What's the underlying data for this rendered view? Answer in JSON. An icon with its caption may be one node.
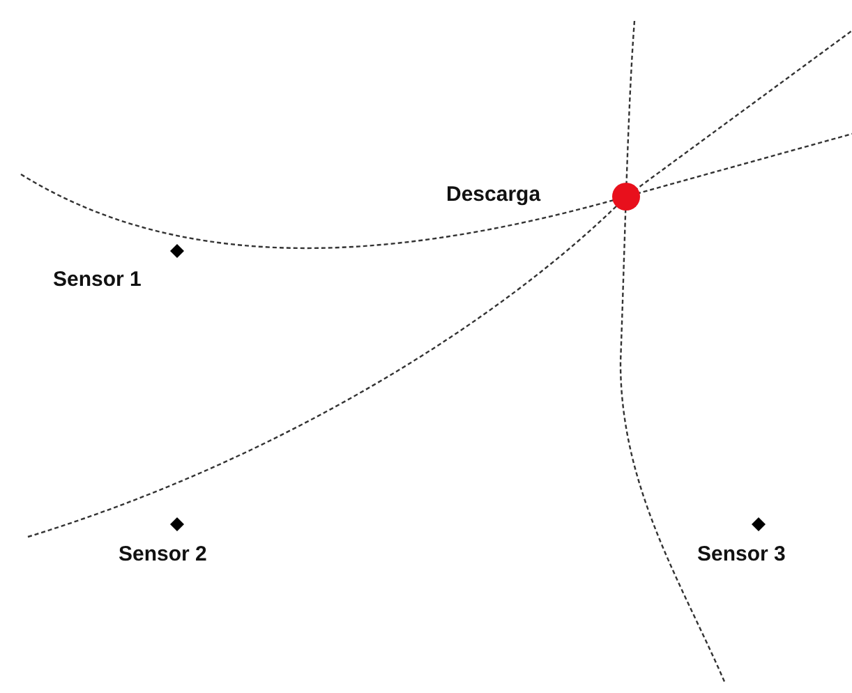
{
  "diagram": {
    "nodes": [
      {
        "text": [
          "Descarga"
        ]
      },
      {
        "text": [
          "Sensor 1"
        ]
      },
      {
        "text": [
          "Sensor 2"
        ]
      },
      {
        "text": [
          "Sensor 3"
        ]
      }
    ],
    "edges": []
  }
}
